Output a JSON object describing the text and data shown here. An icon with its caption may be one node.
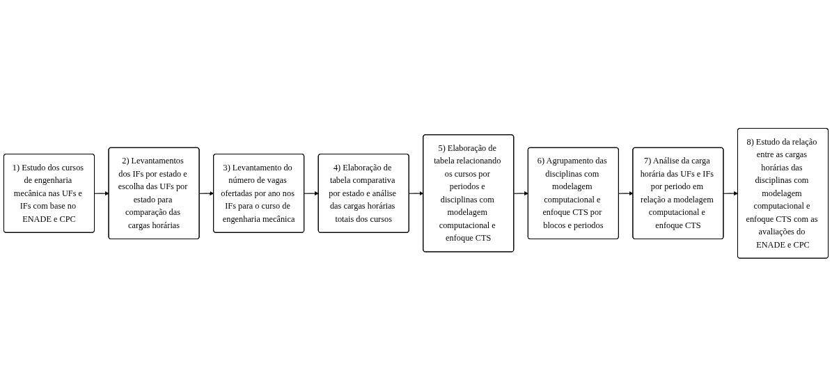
{
  "diagram": {
    "nodes": [
      {
        "text": [
          "1) Estudo dos cursos de engenharia mecânica nas UFs e IFs com base no ENADE e CPC"
        ]
      },
      {
        "text": [
          "2) Levantamentos dos IFs por estado e escolha das UFs por estado para comparação das cargas horárias"
        ]
      },
      {
        "text": [
          "3) Levantamento do número de vagas ofertadas por ano nos IFs para o curso de engenharia mecânica"
        ]
      },
      {
        "text": [
          "4) Elaboração de tabela comparativa por estado e análise das cargas horárias totais dos cursos"
        ]
      },
      {
        "text": [
          "5) Elaboração de tabela relacionando os cursos por periodos e disciplinas com modelagem computacional e enfoque CTS"
        ]
      },
      {
        "text": [
          "6) Agrupamento das disciplinas com modelagem computacional e enfoque CTS por blocos e periodos"
        ]
      },
      {
        "text": [
          "7) Análise da carga horária das UFs e IFs por periodo em relação a modelagem computacional e enfoque CTS"
        ]
      },
      {
        "text": [
          "8) Estudo da relação entre as cargas horárias das disciplinas com modelagem computacional e enfoque CTS com as avaliações do ENADE e CPC"
        ]
      }
    ],
    "edges": [
      {
        "from": 0,
        "to": 1,
        "arrow": "to"
      },
      {
        "from": 1,
        "to": 2,
        "arrow": "to"
      },
      {
        "from": 2,
        "to": 3,
        "arrow": "to"
      },
      {
        "from": 3,
        "to": 4,
        "arrow": "to"
      },
      {
        "from": 4,
        "to": 5,
        "arrow": "to"
      },
      {
        "from": 5,
        "to": 6,
        "arrow": "to"
      },
      {
        "from": 6,
        "to": 7,
        "arrow": "to"
      }
    ]
  }
}
